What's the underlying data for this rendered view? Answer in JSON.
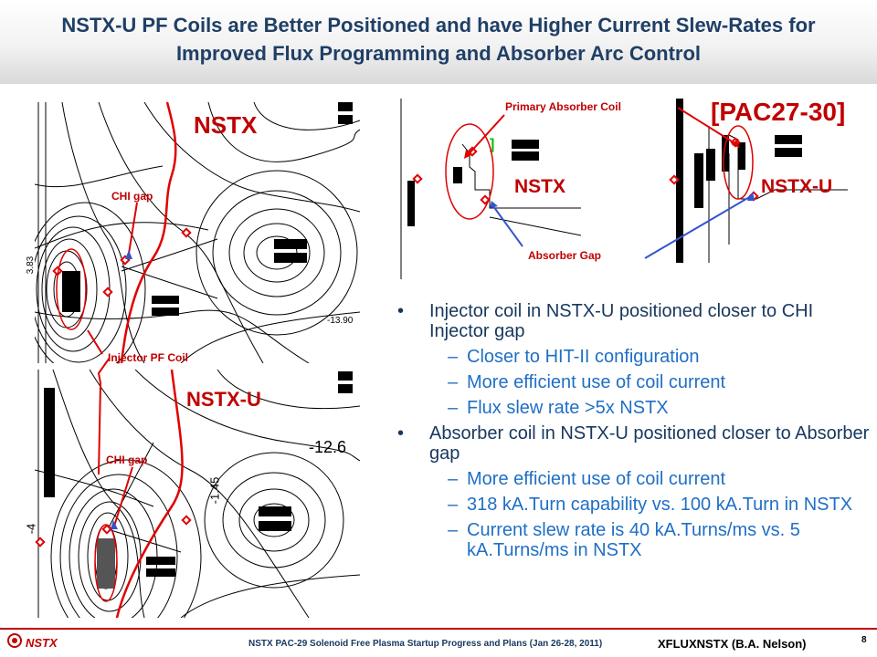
{
  "slide": {
    "title": "NSTX-U PF Coils are Better Positioned and have Higher Current Slew-Rates for Improved Flux Programming and Absorber Arc Control",
    "page_number": "8"
  },
  "figure_left": {
    "top_label": "NSTX",
    "bottom_label": "NSTX-U",
    "chi_gap_top": "CHI gap",
    "chi_gap_bottom": "CHI gap",
    "injector_pf_coil": "Injector PF Coil",
    "contour_top_left": "3.83",
    "contour_top_right": "-13.90",
    "contour_bottom_right": "-12.6",
    "contour_bottom_mid": "-1.45",
    "contour_bottom_left": "-4"
  },
  "figure_right": {
    "primary_absorber_coil": "Primary Absorber Coil",
    "pac_ref": "[PAC27-30]",
    "nstx_label": "NSTX",
    "nstxu_label": "NSTX-U",
    "absorber_gap": "Absorber Gap"
  },
  "bullets": [
    {
      "text": "Injector coil in NSTX-U positioned closer to CHI Injector gap",
      "sub": [
        "Closer to HIT-II configuration",
        "More efficient use of coil current",
        "Flux slew rate >5x NSTX"
      ]
    },
    {
      "text": "Absorber coil in NSTX-U positioned closer to Absorber gap",
      "sub": [
        "More efficient use of coil current",
        "318 kA.Turn capability vs. 100 kA.Turn in NSTX",
        "Current slew rate is 40 kA.Turns/ms vs. 5 kA.Turns/ms in NSTX"
      ]
    }
  ],
  "footer": {
    "logo_text": "NSTX",
    "center_text": "NSTX PAC-29 Solenoid Free Plasma Startup Progress and Plans (Jan 26-28, 2011)",
    "right_text": "XFLUXNSTX (B.A. Nelson)"
  }
}
